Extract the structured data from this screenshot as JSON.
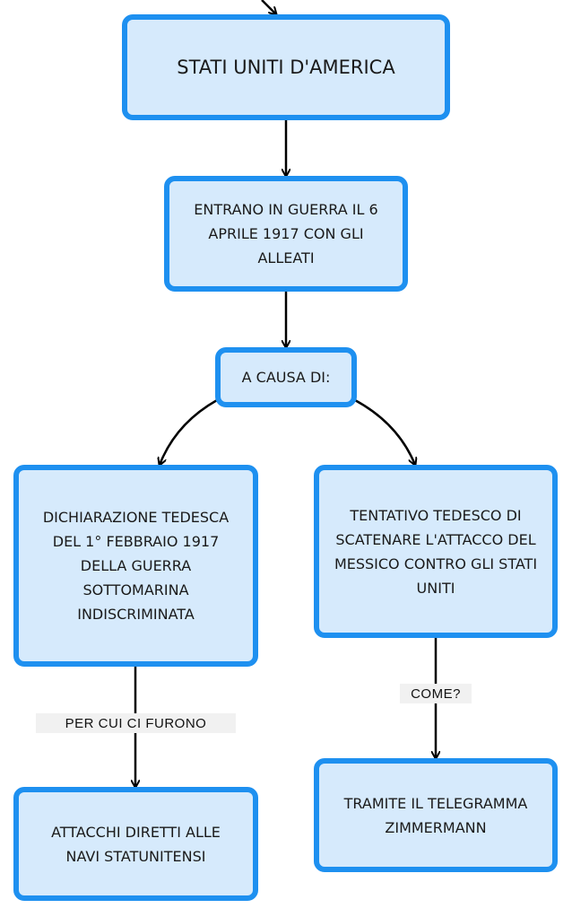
{
  "nodes": {
    "usa": "STATI UNITI D'AMERICA",
    "entry": "ENTRANO IN GUERRA IL 6 APRILE 1917 CON GLI ALLEATI",
    "cause": "A CAUSA DI:",
    "declaration": "DICHIARAZIONE TEDESCA DEL 1° FEBBRAIO 1917 DELLA GUERRA SOTTOMARINA INDISCRIMINATA",
    "attempt": "TENTATIVO TEDESCO DI SCATENARE L'ATTACCO DEL MESSICO CONTRO GLI STATI UNITI",
    "attacks": "ATTACCHI DIRETTI ALLE NAVI STATUNITENSI",
    "telegram": "TRAMITE IL TELEGRAMMA ZIMMERMANN"
  },
  "edge_labels": {
    "consequence": "PER CUI CI FURONO",
    "how": "COME?"
  },
  "colors": {
    "node_fill": "#d6eafc",
    "node_border": "#1e90f0",
    "edge": "#000000",
    "edge_label_bg": "#f1f1f1"
  }
}
